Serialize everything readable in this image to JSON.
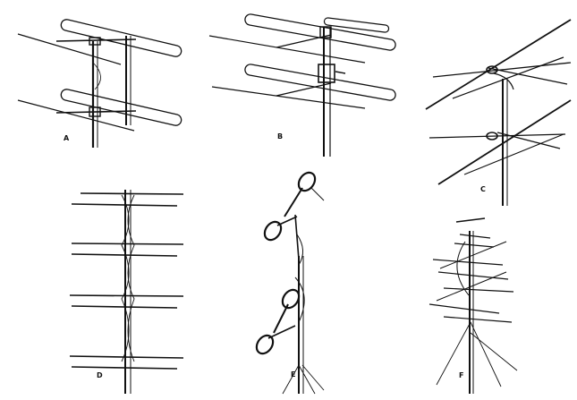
{
  "figure": {
    "labels": {
      "a": "A",
      "b": "B",
      "c": "C",
      "d": "D",
      "e": "E",
      "f": "F"
    }
  }
}
